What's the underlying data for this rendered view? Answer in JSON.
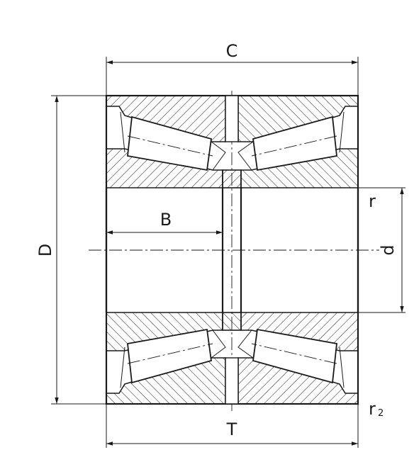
{
  "labels": {
    "C": "C",
    "D": "D",
    "B": "B",
    "d": "d",
    "r": "r",
    "r2_base": "r",
    "r2_sub": "2",
    "T": "T"
  }
}
